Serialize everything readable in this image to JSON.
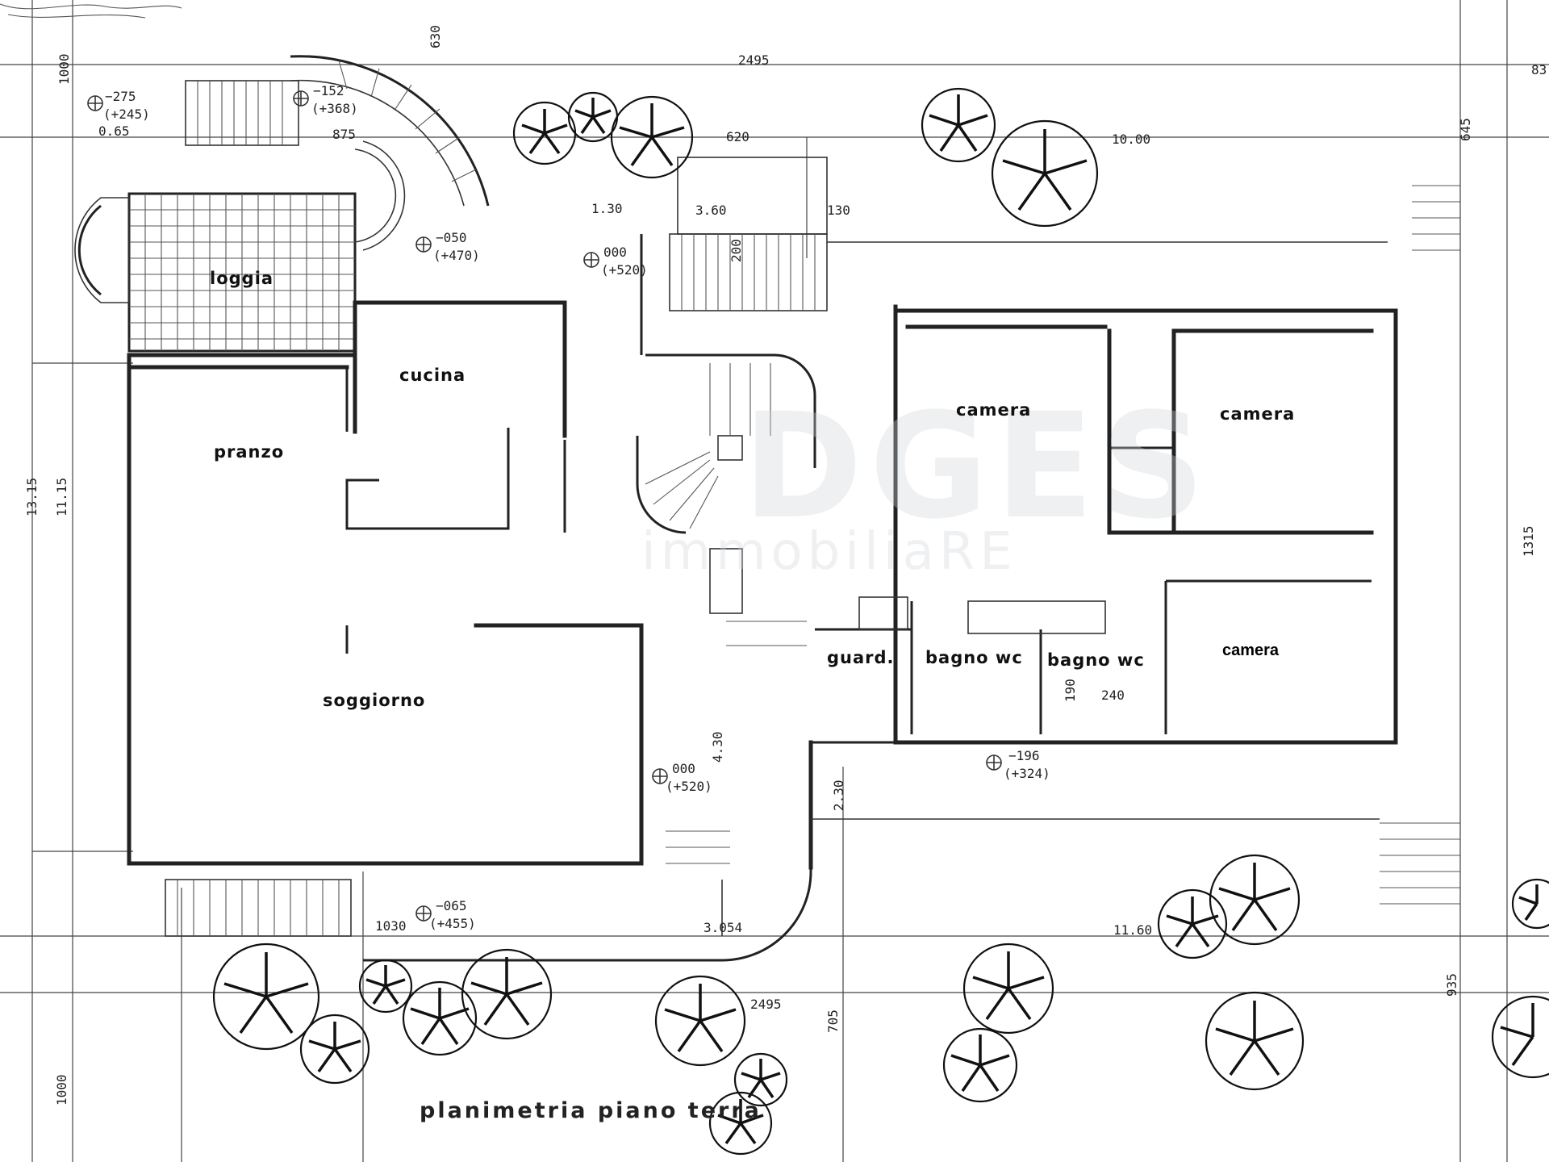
{
  "rooms": {
    "loggia": "loggia",
    "cucina": "cucina",
    "pranzo": "pranzo",
    "soggiorno": "soggiorno",
    "camera_1": "camera",
    "camera_2": "camera",
    "camera_3": "camera",
    "guardaroba": "guard.",
    "bagno_1": "bagno wc",
    "bagno_2": "bagno wc"
  },
  "title": "planimetria piano terra",
  "watermark": {
    "brand": "DGES",
    "sub": "immobiliaRE"
  },
  "levels": [
    {
      "id": "lv_a",
      "main": "−275",
      "sub": "(+245)"
    },
    {
      "id": "lv_b",
      "main": "−152",
      "sub": "(+368)"
    },
    {
      "id": "lv_c",
      "main": "−050",
      "sub": "(+470)"
    },
    {
      "id": "lv_d",
      "main": "000",
      "sub": "(+520)"
    },
    {
      "id": "lv_e",
      "main": "000",
      "sub": "(+520)"
    },
    {
      "id": "lv_f",
      "main": "−196",
      "sub": "(+324)"
    },
    {
      "id": "lv_g",
      "main": "−065",
      "sub": "(+455)"
    }
  ],
  "dimensions": {
    "top_total": "2495",
    "bottom_total": "2495",
    "d_630": "630",
    "d_1000_top": "1000",
    "d_065": "0.65",
    "d_875": "875",
    "d_620": "620",
    "d_1000b": "10.00",
    "d_645": "645",
    "d_83": "83",
    "d_130a": "1.30",
    "d_360": "3.60",
    "d_130b": "130",
    "d_200": "200",
    "d_1315_left": "13.15",
    "d_1115": "11.15",
    "d_1315_right": "1315",
    "d_430": "4.30",
    "d_230": "2.30",
    "d_1030": "1030",
    "d_3054": "3.054",
    "d_1160": "11.60",
    "d_705": "705",
    "d_935": "935",
    "d_1000_bottom": "1000",
    "d_240": "240",
    "d_190": "190"
  }
}
